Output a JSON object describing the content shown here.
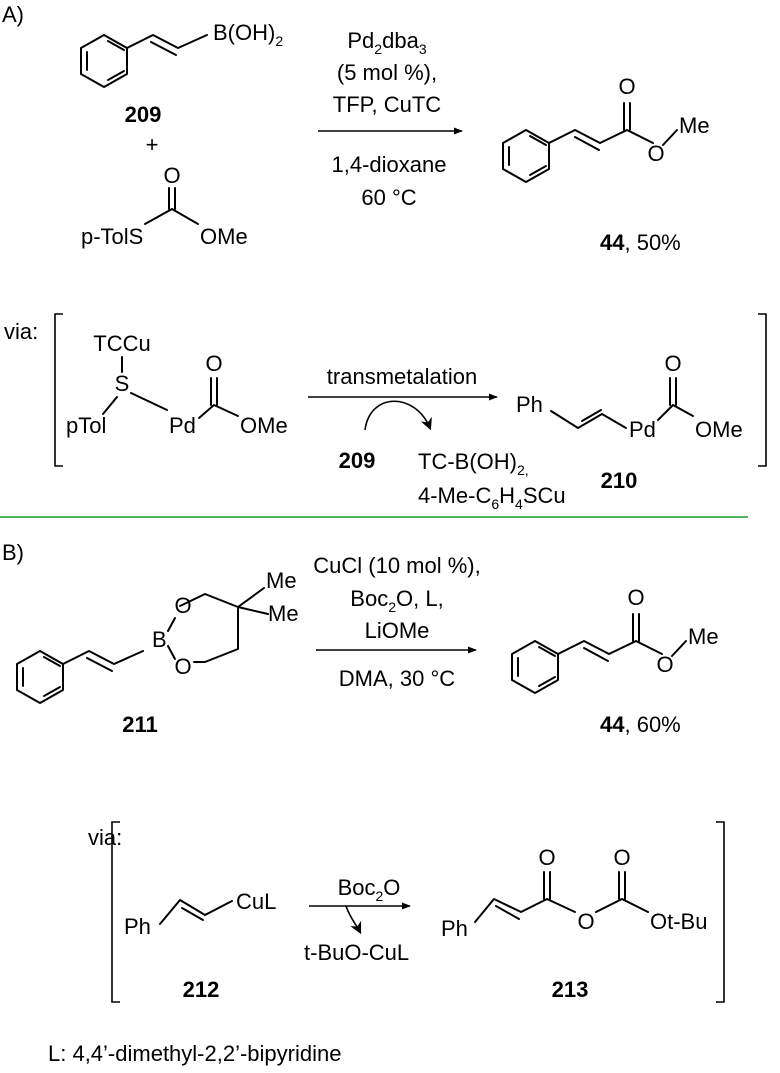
{
  "partA": {
    "label": "A)",
    "reagent1": {
      "text": "B(OH)",
      "sub": "2",
      "number": "209"
    },
    "plus": "+",
    "reagent2": {
      "group": "p-TolS",
      "o": "O",
      "ome": "OMe"
    },
    "conditions": {
      "line1": {
        "a": "Pd",
        "s1": "2",
        "b": "dba",
        "s2": "3"
      },
      "line2": "(5 mol %),",
      "line3": "TFP, CuTC",
      "line4": "1,4-dioxane",
      "line5": "60 °C"
    },
    "product": {
      "o": "O",
      "o2": "O",
      "me": "Me",
      "number": "44",
      "yield": ", 50%"
    },
    "via": {
      "label": "via:",
      "tccu": "TCCu",
      "s": "S",
      "ptol": "pTol",
      "pd": "Pd",
      "o": "O",
      "ome": "OMe",
      "arrow_label": "transmetalation",
      "reagent_number": "209",
      "byproduct1": "TC-B(OH)",
      "byproduct1_sub": "2,",
      "byproduct2": {
        "a": "4-Me-C",
        "s1": "6",
        "b": "H",
        "s2": "4",
        "c": "SCu"
      },
      "ph": "Ph",
      "pd2": "Pd",
      "o2": "O",
      "ome2": "OMe",
      "number": "210"
    }
  },
  "partB": {
    "label": "B)",
    "reagent": {
      "o1": "O",
      "o2": "O",
      "b": "B",
      "me1": "Me",
      "me2": "Me",
      "number": "211"
    },
    "conditions": {
      "line1": "CuCl (10 mol %),",
      "line2": {
        "a": "Boc",
        "s": "2",
        "b": "O, L,"
      },
      "line3": "LiOMe",
      "line4": "DMA, 30 °C"
    },
    "product": {
      "o": "O",
      "o2": "O",
      "me": "Me",
      "number": "44",
      "yield": ", 60%"
    },
    "via": {
      "label": "via:",
      "ph": "Ph",
      "cul": "CuL",
      "number1": "212",
      "arrow": {
        "a": "Boc",
        "s": "2",
        "b": "O"
      },
      "byproduct": "t-BuO-CuL",
      "ph2": "Ph",
      "o1": "O",
      "o2": "O",
      "o3": "O",
      "otbu": "Ot-Bu",
      "number2": "213"
    }
  },
  "footnote": "L: 4,4’-dimethyl-2,2’-bipyridine",
  "colors": {
    "divider": "#1e9a2e"
  }
}
